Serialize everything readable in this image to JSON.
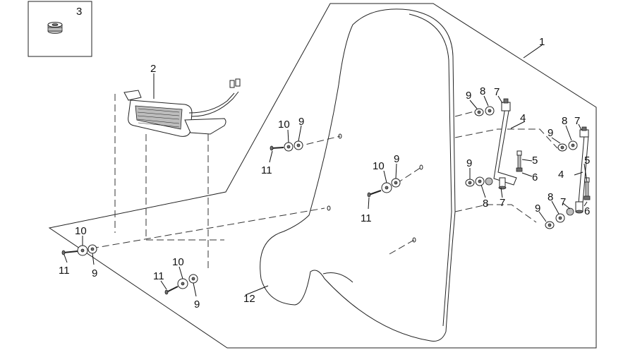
{
  "callouts": {
    "c1": "1",
    "c2": "2",
    "c3": "3",
    "c4a": "4",
    "c4b": "4",
    "c5a": "5",
    "c5b": "5",
    "c6a": "6",
    "c6b": "6",
    "c7a": "7",
    "c7b": "7",
    "c7c": "7",
    "c7d": "7",
    "c8a": "8",
    "c8b": "8",
    "c8c": "8",
    "c8d": "8",
    "c9a": "9",
    "c9b": "9",
    "c9c": "9",
    "c9d": "9",
    "c9e": "9",
    "c9f": "9",
    "c9g": "9",
    "c9h": "9",
    "c10a": "10",
    "c10b": "10",
    "c10c": "10",
    "c10d": "10",
    "c11a": "11",
    "c11b": "11",
    "c11c": "11",
    "c11d": "11",
    "c12": "12"
  }
}
